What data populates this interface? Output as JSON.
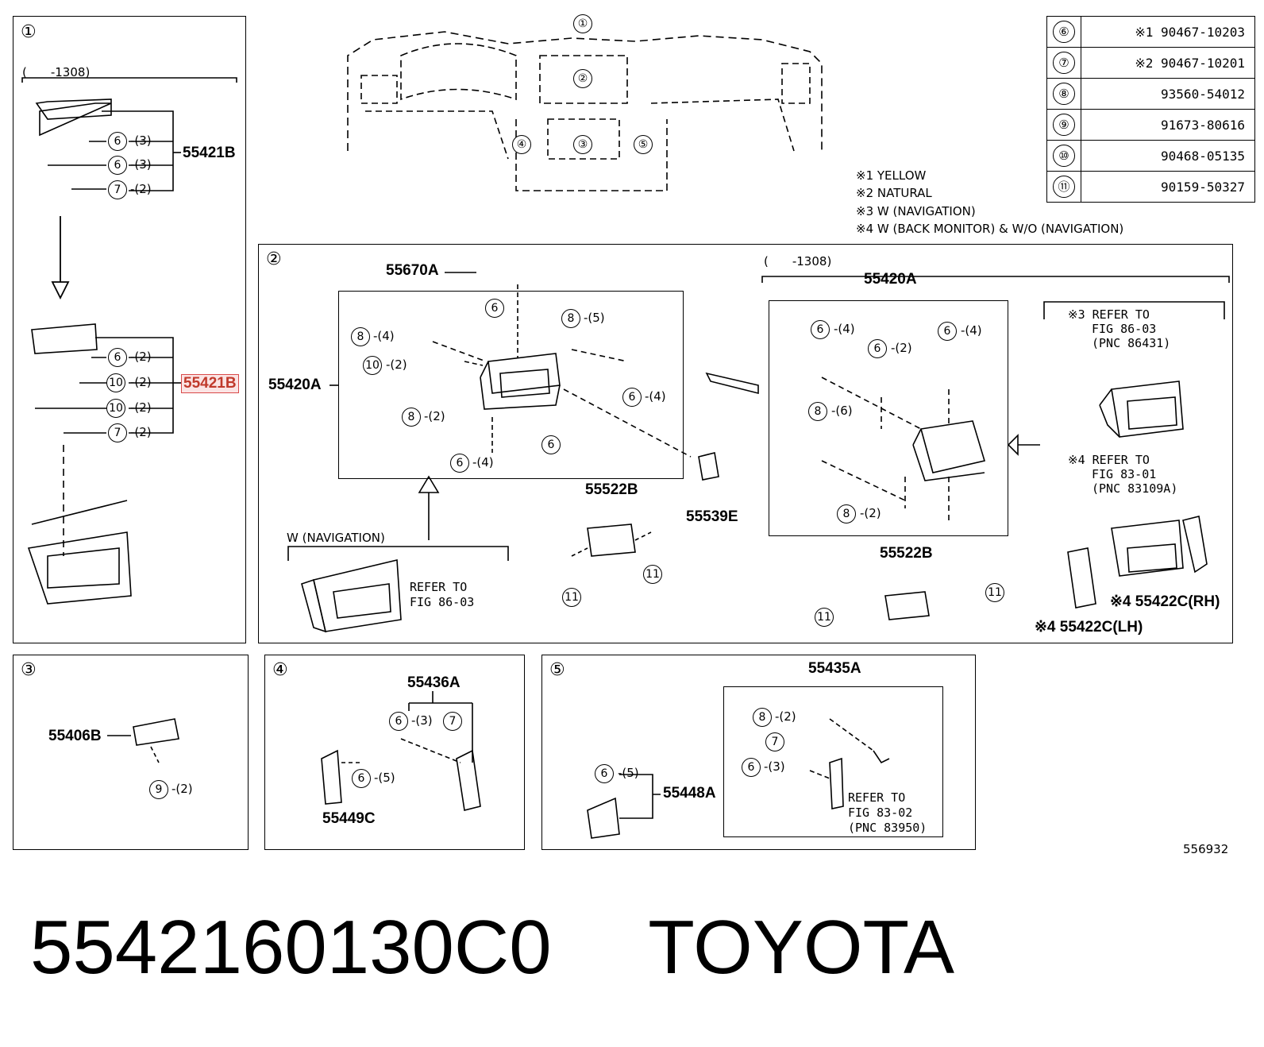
{
  "sections": {
    "s1": {
      "num": "①",
      "range": "(　　-1308)",
      "part_top": "55421B",
      "part_bottom": "55421B",
      "callouts_top": [
        {
          "n": "6",
          "q": "-(3)"
        },
        {
          "n": "6",
          "q": "-(3)"
        },
        {
          "n": "7",
          "q": "-(2)"
        }
      ],
      "callouts_bottom": [
        {
          "n": "6",
          "q": "-(2)"
        },
        {
          "n": "10",
          "q": "-(2)"
        },
        {
          "n": "10",
          "q": "-(2)"
        },
        {
          "n": "7",
          "q": "-(2)"
        }
      ]
    },
    "s2": {
      "num": "②",
      "range": "(　　-1308)",
      "p55670A": "55670A",
      "p55420A_left": "55420A",
      "p55420A_right": "55420A",
      "p55522B_a": "55522B",
      "p55522B_b": "55522B",
      "p55539E": "55539E",
      "nav_label": "W (NAVIGATION)",
      "nav_refer": "REFER TO",
      "nav_fig": "FIG 86-03",
      "ref3_a": "※3 REFER TO",
      "ref3_b": "FIG 86-03",
      "ref3_c": "(PNC 86431)",
      "ref4_a": "※4 REFER TO",
      "ref4_b": "FIG 83-01",
      "ref4_c": "(PNC 83109A)",
      "p55422C_rh": "※4 55422C(RH)",
      "p55422C_lh": "※4 55422C(LH)",
      "callouts": {
        "c8a": "-(4)",
        "c8b": "-(5)",
        "c10": "-(2)",
        "c6d": "-(4)",
        "c8c": "-(2)",
        "c6e": "-(4)",
        "r6a": "-(4)",
        "r6b": "-(2)",
        "r6c": "-(4)",
        "r8a": "-(6)",
        "r8b": "-(2)"
      }
    },
    "s3": {
      "num": "③",
      "part": "55406B",
      "callout_q": "-(2)"
    },
    "s4": {
      "num": "④",
      "part_top": "55436A",
      "part_bottom": "55449C",
      "q3": "-(3)",
      "q5": "-(5)"
    },
    "s5": {
      "num": "⑤",
      "part_top": "55435A",
      "part_left": "55448A",
      "q5": "-(5)",
      "q2": "-(2)",
      "q3": "-(3)",
      "refer_a": "REFER TO",
      "refer_b": "FIG 83-02",
      "refer_c": "(PNC 83950)"
    }
  },
  "overview_labels": [
    "①",
    "②",
    "③",
    "④",
    "⑤"
  ],
  "parts_table": [
    {
      "key": "⑥",
      "value": "※1 90467-10203"
    },
    {
      "key": "⑦",
      "value": "※2 90467-10201"
    },
    {
      "key": "⑧",
      "value": "93560-54012"
    },
    {
      "key": "⑨",
      "value": "91673-80616"
    },
    {
      "key": "⑩",
      "value": "90468-05135"
    },
    {
      "key": "⑪",
      "value": "90159-50327"
    }
  ],
  "notes": [
    "※1 YELLOW",
    "※2 NATURAL",
    "※3 W (NAVIGATION)",
    "※4 W (BACK MONITOR) & W/O (NAVIGATION)"
  ],
  "diagram_id": "556932",
  "caption": {
    "part_number": "5542160130C0",
    "brand": "TOYOTA"
  },
  "colors": {
    "highlight_border": "#d94a4a",
    "highlight_fill": "#fbe4e4"
  }
}
